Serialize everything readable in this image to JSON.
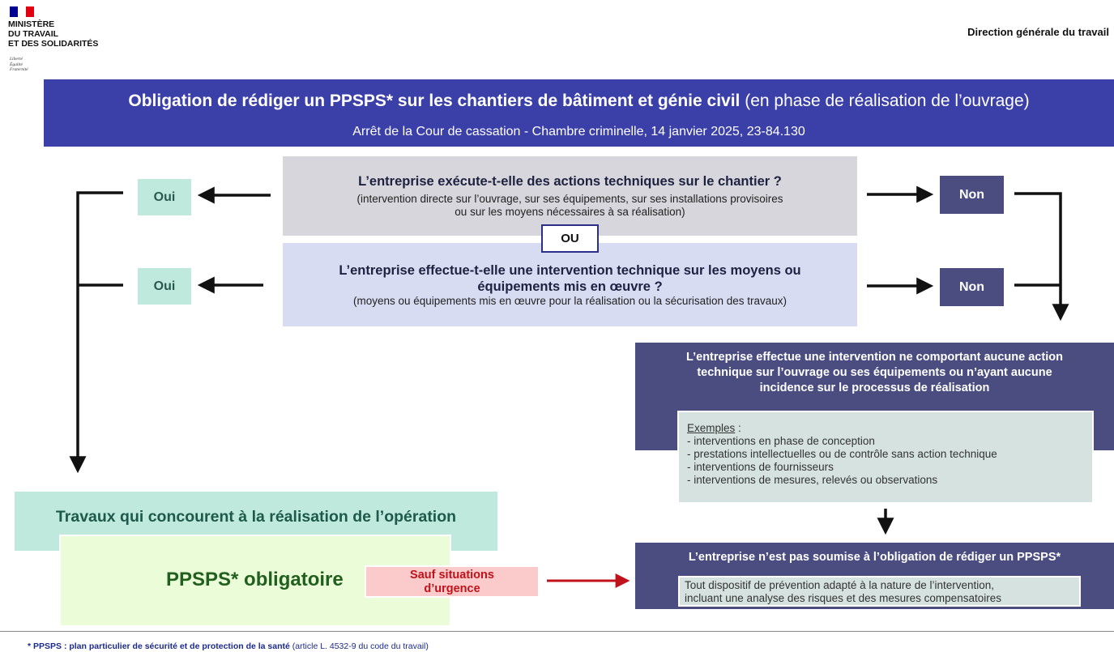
{
  "header": {
    "ministry_lines": [
      "MINISTÈRE",
      "DU TRAVAIL",
      "ET DES SOLIDARITÉS"
    ],
    "motto_lines": [
      "Liberté",
      "Égalité",
      "Fraternité"
    ],
    "direction": "Direction générale du travail"
  },
  "banner": {
    "title_bold": "Obligation de rédiger un PPSPS* sur les chantiers de bâtiment et génie civil",
    "title_rest": " (en phase de réalisation de l’ouvrage)",
    "subtitle": "Arrêt de la Cour de cassation - Chambre criminelle, 14 janvier 2025, 23-84.130"
  },
  "question1": {
    "title": "L’entreprise exécute-t-elle des actions techniques sur le chantier ?",
    "sub_line1": "(intervention directe sur l’ouvrage, sur ses équipements, sur ses installations provisoires",
    "sub_line2": "ou sur les moyens nécessaires à sa réalisation)"
  },
  "connector": "OU",
  "question2": {
    "title_line1": "L’entreprise effectue-t-elle une intervention technique sur les moyens ou",
    "title_line2": "équipements mis en œuvre ?",
    "sub": "(moyens ou équipements mis en œuvre pour la réalisation ou la sécurisation des travaux)"
  },
  "answers": {
    "yes": "Oui",
    "no": "Non"
  },
  "result_no": {
    "title_line1": "L’entreprise effectue une intervention ne comportant aucune action",
    "title_line2": "technique sur l’ouvrage ou ses équipements ou n’ayant aucune",
    "title_line3": "incidence sur le processus de réalisation",
    "examples_heading": "Exemples",
    "examples_colon": " :",
    "examples": [
      "-    interventions en phase de conception",
      "-    prestations intellectuelles ou de contrôle sans action technique",
      "-    interventions de fournisseurs",
      "-    interventions de mesures, relevés ou observations"
    ]
  },
  "final": {
    "title": "L’entreprise n’est pas soumise à l’obligation de rédiger un PPSPS*",
    "body_line1": "Tout dispositif de prévention adapté à la nature de l’intervention,",
    "body_line2": "incluant une analyse des risques et des mesures compensatoires"
  },
  "yes_path": {
    "works": "Travaux qui concourent à la réalisation de l’opération",
    "mandatory": "PPSPS* obligatoire",
    "exception_line1": "Sauf situations",
    "exception_line2": "d’urgence"
  },
  "footnote": {
    "bold": "* PPSPS : plan particulier de sécurité et de protection de la santé",
    "rest": " (article L. 4532-9 du code du travail)"
  },
  "colors": {
    "banner": "#3b3fa8",
    "question1": "#d6d6dc",
    "question2": "#d7dcf2",
    "yes_box": "#bfe9dc",
    "no_box": "#4b4d80",
    "mandatory_box": "#eafdd8",
    "exception_box": "#fbcbcb",
    "exception_arrow": "#c0121a"
  }
}
